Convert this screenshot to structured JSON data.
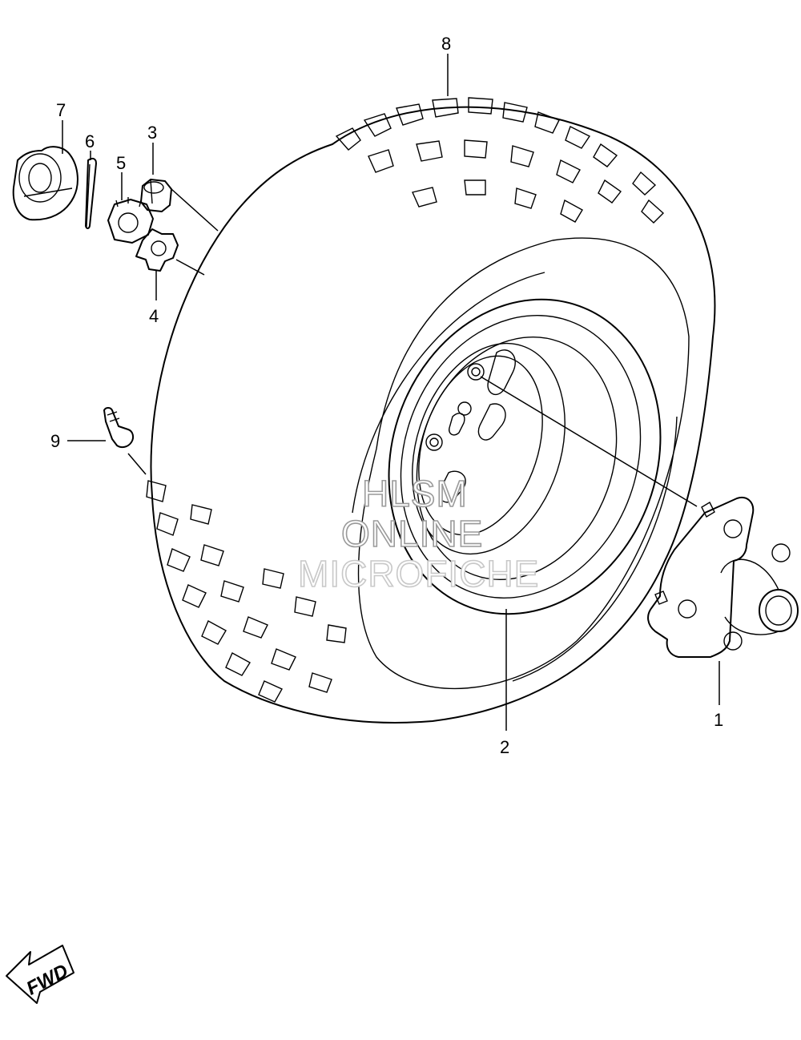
{
  "callouts": {
    "c1": "1",
    "c2": "2",
    "c3": "3",
    "c4": "4",
    "c5": "5",
    "c6": "6",
    "c7": "7",
    "c8": "8",
    "c9": "9"
  },
  "watermark": {
    "line1": "HLSM",
    "line2": "ONLINE",
    "line3": "MICROFICHE"
  },
  "direction_arrow": {
    "label": "FWD"
  },
  "colors": {
    "line": "#000000",
    "watermark_stroke": "#9a9a9a",
    "background": "#ffffff"
  }
}
